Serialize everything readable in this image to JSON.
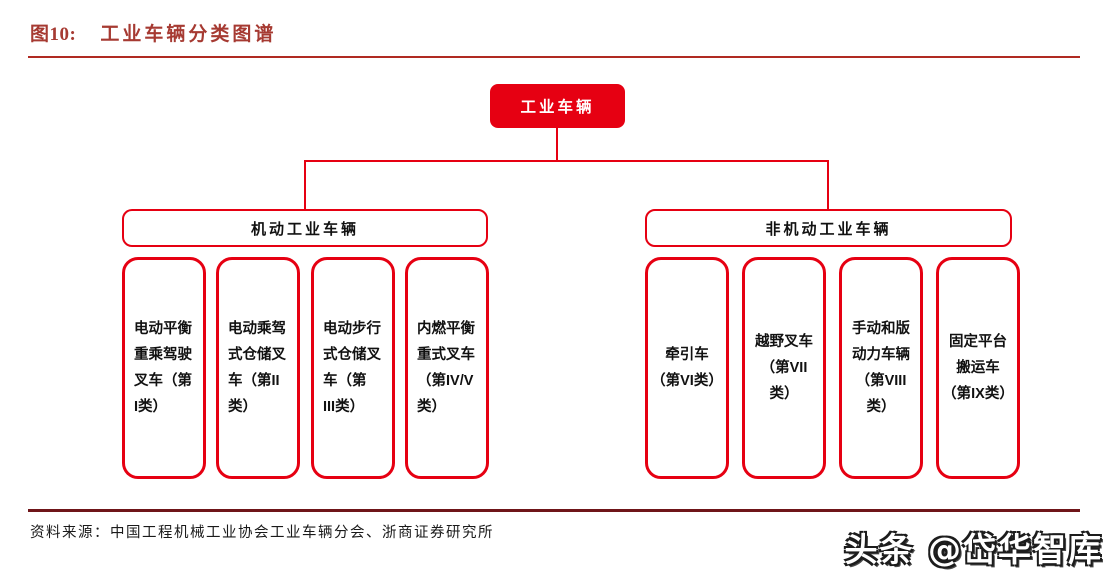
{
  "figure": {
    "label": "图10:",
    "title": "工业车辆分类图谱"
  },
  "tree": {
    "root": {
      "label": "工业车辆"
    },
    "branches": [
      {
        "label": "机动工业车辆",
        "children": [
          {
            "label": "电动平衡重乘驾驶叉车（第I类）",
            "lines": [
              "电动平衡",
              "重乘驾驶",
              "叉车（第",
              "I类）"
            ]
          },
          {
            "label": "电动乘驾式仓储叉车（第II类）",
            "lines": [
              "电动乘驾",
              "式仓储叉",
              "车（第II",
              "类）"
            ]
          },
          {
            "label": "电动步行式仓储叉车（第III类）",
            "lines": [
              "电动步行",
              "式仓储叉",
              "车（第",
              "III类）"
            ]
          },
          {
            "label": "内燃平衡重式叉车（第IV/V类）",
            "lines": [
              "内燃平衡",
              "重式叉车",
              "（第IV/V",
              "类）"
            ]
          }
        ]
      },
      {
        "label": "非机动工业车辆",
        "children": [
          {
            "label": "牵引车（第VI类）",
            "lines": [
              "牵引车",
              "（第VI类）"
            ]
          },
          {
            "label": "越野叉车（第VII类）",
            "lines": [
              "越野叉车",
              "（第VII",
              "类）"
            ]
          },
          {
            "label": "手动和版动力车辆（第VIII类）",
            "lines": [
              "手动和版",
              "动力车辆",
              "（第VIII",
              "类）"
            ]
          },
          {
            "label": "固定平台搬运车（第IX类）",
            "lines": [
              "固定平台",
              "搬运车",
              "（第IX类）"
            ]
          }
        ]
      }
    ]
  },
  "footer": {
    "source": "资料来源：中国工程机械工业协会工业车辆分会、浙商证券研究所"
  },
  "watermark": {
    "text": "头条 @岱华智库"
  },
  "colors": {
    "box_red": "#E60012",
    "title_red": "#A63A32",
    "rule_red": "#B02A22",
    "divider_maroon": "#6F1519"
  }
}
